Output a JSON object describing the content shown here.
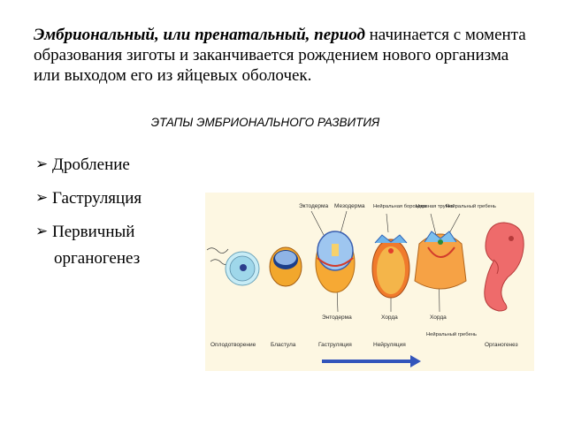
{
  "intro": {
    "term": "Эмбриональный, или пренатальный, период",
    "rest": " начинается с момента образования зиготы и заканчивается рождением нового организма или выходом его из яйцевых оболочек."
  },
  "subtitle": "ЭТАПЫ ЭМБРИОНАЛЬНОГО РАЗВИТИЯ",
  "bullets": [
    "Дробление",
    "Гаструляция",
    "Первичный",
    "органогенез"
  ],
  "figure": {
    "top_labels": [
      "Эктодерма",
      "Мезодерма",
      "Нейральная бороздка",
      "Нервная трубка",
      "Нейральный гребень"
    ],
    "middle_labels": [
      "Энтодерма",
      "Хорда",
      "Хорда",
      "Нейральный гребень"
    ],
    "stage_labels": [
      "Оплодотворение",
      "Бластула",
      "Гаструляция",
      "Нейруляция",
      "Органогенез"
    ],
    "arrow_color": "#3355bb"
  }
}
